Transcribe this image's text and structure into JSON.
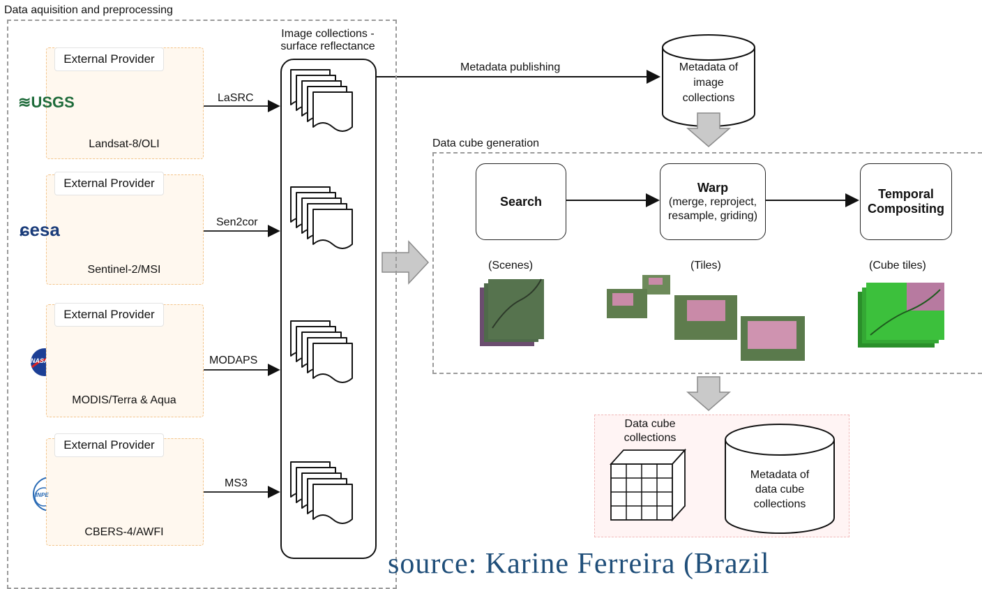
{
  "acquisition": {
    "title": "Data aquisition and preprocessing",
    "provider_label": "External Provider",
    "collections_label_1": "Image collections -",
    "collections_label_2": "surface reflectance",
    "providers": [
      {
        "logo": "USGS",
        "logo_icon": "usgs-logo-icon",
        "satellite": "Landsat-8/OLI",
        "processor": "LaSRC"
      },
      {
        "logo": "esa",
        "logo_icon": "esa-logo-icon",
        "satellite": "Sentinel-2/MSI",
        "processor": "Sen2cor"
      },
      {
        "logo": "NASA",
        "logo_icon": "nasa-logo-icon",
        "satellite": "MODIS/Terra & Aqua",
        "processor": "MODAPS"
      },
      {
        "logo": "INPE",
        "logo_icon": "inpe-logo-icon",
        "satellite": "CBERS-4/AWFI",
        "processor": "MS3"
      }
    ]
  },
  "metadata": {
    "publishing_label": "Metadata publishing",
    "image_db": [
      "Metadata of",
      "image",
      "collections"
    ]
  },
  "cube": {
    "title": "Data cube generation",
    "search": {
      "title": "Search",
      "caption": "(Scenes)"
    },
    "warp": {
      "title": "Warp",
      "lines": [
        "(merge, reproject,",
        "resample, griding)"
      ],
      "caption": "(Tiles)"
    },
    "temporal": {
      "title_1": "Temporal",
      "title_2": "Compositing",
      "caption": "(Cube tiles)"
    }
  },
  "output": {
    "collections_label_1": "Data cube",
    "collections_label_2": "collections",
    "cube_db": [
      "Metadata of",
      "data cube",
      "collections"
    ]
  },
  "source_note": "source: Karine Ferreira (Brazil",
  "colors": {
    "provider_border": "#f3c48a",
    "provider_fill": "#fff8ef",
    "output_border": "#f0b8b8",
    "output_fill": "#fff4f4",
    "usgs_green": "#1e6b3a",
    "esa_blue": "#1a3c7a",
    "source_text": "#1f4e79",
    "vegetation_green": "#2fbf2f",
    "soil_pink": "#b77aa0"
  }
}
